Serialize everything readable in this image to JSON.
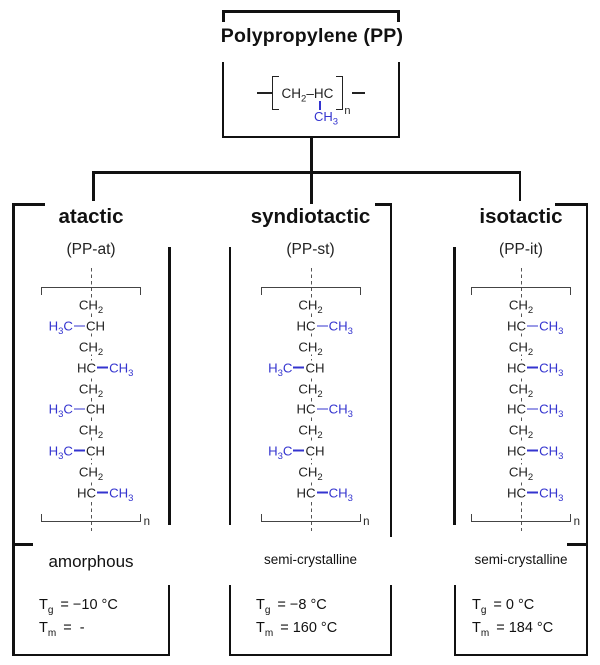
{
  "diagram": {
    "title": "Polypropylene (PP)",
    "formula": {
      "backbone": "CH2–HC",
      "methyl": "CH3",
      "n_subscript": "n"
    },
    "glyphs": {
      "ch2": "CH2",
      "h3c": "H3C",
      "ch": "CH",
      "hc": "HC",
      "ch3": "CH3",
      "n": "n"
    },
    "colors": {
      "methyl_blue": "#3434cf",
      "line": "#111111"
    },
    "sections": [
      {
        "name": "atactic",
        "abbr": "(PP-at)",
        "chain_units": [
          "ch2",
          "ml",
          "ch2",
          "mr",
          "ch2",
          "ml",
          "ch2",
          "ml",
          "ch2",
          "mr"
        ],
        "morphology": "amorphous",
        "thermal": [
          {
            "symbol": "T",
            "sub": "g",
            "value": "= −10 °C"
          },
          {
            "symbol": "T",
            "sub": "m",
            "value": "=  -"
          }
        ]
      },
      {
        "name": "syndiotactic",
        "abbr": "(PP-st)",
        "chain_units": [
          "ch2",
          "mr",
          "ch2",
          "ml",
          "ch2",
          "mr",
          "ch2",
          "ml",
          "ch2",
          "mr"
        ],
        "morphology": "semi-crystalline",
        "thermal": [
          {
            "symbol": "T",
            "sub": "g",
            "value": "= −8 °C"
          },
          {
            "symbol": "T",
            "sub": "m",
            "value": "= 160 °C"
          }
        ]
      },
      {
        "name": "isotactic",
        "abbr": "(PP-it)",
        "chain_units": [
          "ch2",
          "mr",
          "ch2",
          "mr",
          "ch2",
          "mr",
          "ch2",
          "mr",
          "ch2",
          "mr"
        ],
        "morphology": "semi-crystalline",
        "thermal": [
          {
            "symbol": "T",
            "sub": "g",
            "value": "= 0 °C"
          },
          {
            "symbol": "T",
            "sub": "m",
            "value": "= 184 °C"
          }
        ]
      }
    ]
  }
}
